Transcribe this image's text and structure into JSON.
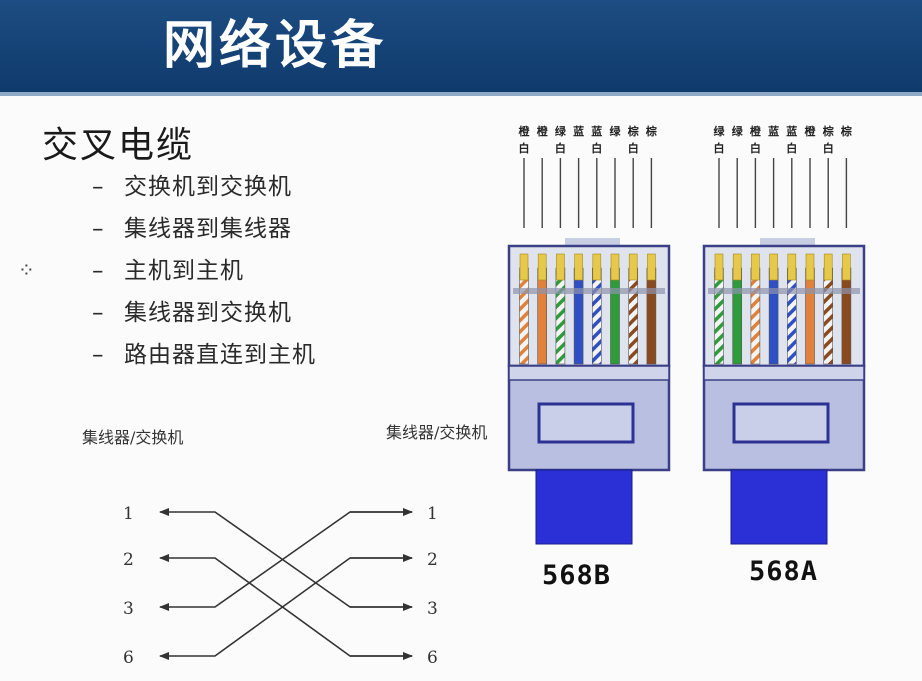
{
  "header": {
    "title": "网络设备",
    "bg_color": "#14457a"
  },
  "main": {
    "heading": "交叉电缆",
    "bullet_marker": "–",
    "bullets": [
      "交换机到交换机",
      "集线器到集线器",
      "主机到主机",
      "集线器到交换机",
      "路由器直连到主机"
    ]
  },
  "cursor_icon": "cursor-icon",
  "crossover_diagram": {
    "left_label": "集线器/交换机",
    "right_label": "集线器/交换机",
    "left_pins": [
      "1",
      "2",
      "3",
      "6"
    ],
    "right_pins": [
      "1",
      "2",
      "3",
      "6"
    ],
    "connections": [
      {
        "from": "1",
        "to": "3"
      },
      {
        "from": "2",
        "to": "6"
      },
      {
        "from": "3",
        "to": "1"
      },
      {
        "from": "6",
        "to": "2"
      }
    ]
  },
  "connectors": [
    {
      "standard": "568B",
      "wire_labels": [
        [
          "橙",
          "白"
        ],
        [
          "橙",
          ""
        ],
        [
          "绿",
          "白"
        ],
        [
          "蓝",
          ""
        ],
        [
          "蓝",
          "白"
        ],
        [
          "绿",
          ""
        ],
        [
          "棕",
          "白"
        ],
        [
          "棕",
          ""
        ]
      ],
      "wire_colors": [
        "#e0823b",
        "#e0823b",
        "#2e9c3a",
        "#2f4fc4",
        "#2f4fc4",
        "#2e9c3a",
        "#8a4a20",
        "#8a4a20"
      ],
      "wire_striped": [
        true,
        false,
        true,
        false,
        true,
        false,
        true,
        false
      ]
    },
    {
      "standard": "568A",
      "wire_labels": [
        [
          "绿",
          "白"
        ],
        [
          "绿",
          ""
        ],
        [
          "橙",
          "白"
        ],
        [
          "蓝",
          ""
        ],
        [
          "蓝",
          "白"
        ],
        [
          "橙",
          ""
        ],
        [
          "棕",
          "白"
        ],
        [
          "棕",
          ""
        ]
      ],
      "wire_colors": [
        "#2e9c3a",
        "#2e9c3a",
        "#e0823b",
        "#2f4fc4",
        "#2f4fc4",
        "#e0823b",
        "#8a4a20",
        "#8a4a20"
      ],
      "wire_striped": [
        true,
        false,
        true,
        false,
        true,
        false,
        true,
        false
      ]
    }
  ]
}
